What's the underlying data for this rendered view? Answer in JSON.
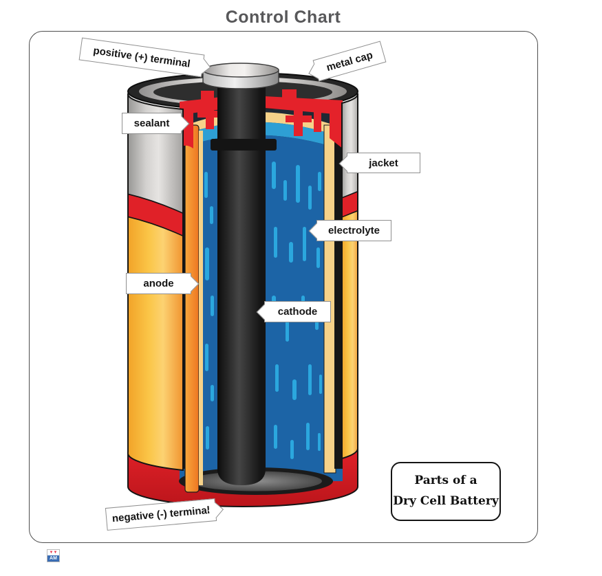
{
  "title": "Control Chart",
  "callouts": [
    {
      "id": "positive-terminal",
      "label": "positive (+) terminal"
    },
    {
      "id": "metal-cap",
      "label": "metal cap"
    },
    {
      "id": "sealant",
      "label": "sealant"
    },
    {
      "id": "jacket",
      "label": "jacket"
    },
    {
      "id": "electrolyte",
      "label": "electrolyte"
    },
    {
      "id": "anode",
      "label": "anode"
    },
    {
      "id": "cathode",
      "label": "cathode"
    },
    {
      "id": "negative-terminal",
      "label": "negative (-) terminal"
    }
  ],
  "legend_box": {
    "line1": "Parts of a",
    "line2": "Dry Cell Battery"
  },
  "watermark": {
    "text": "AM"
  },
  "colors": {
    "title_gray": "#58585a",
    "jacket_gray": "#c9c7c5",
    "band_red": "#e02128",
    "body_yellow": "#fbb034",
    "electrolyte_blue": "#1c64a6",
    "streak_blue": "#2ba7de",
    "anode_orange": "#f18a2b",
    "separator_cream": "#f6d289",
    "sealant_red": "#e4222a",
    "cathode_black": "#1d1d1b",
    "callout_border": "#8f8f8f"
  }
}
